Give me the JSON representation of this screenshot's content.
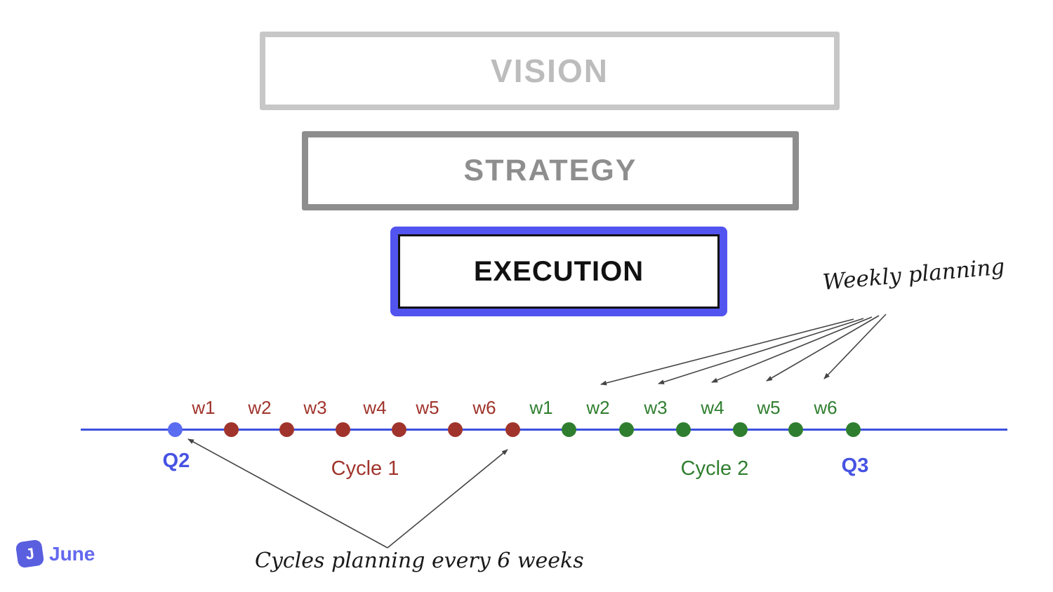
{
  "pyramid": {
    "vision_label": "VISION",
    "strategy_label": "STRATEGY",
    "execution_label": "EXECUTION"
  },
  "timeline": {
    "q2_label": "Q2",
    "q3_label": "Q3",
    "cycle1": {
      "label": "Cycle 1",
      "weeks": [
        "w1",
        "w2",
        "w3",
        "w4",
        "w5",
        "w6"
      ]
    },
    "cycle2": {
      "label": "Cycle 2",
      "weeks": [
        "w1",
        "w2",
        "w3",
        "w4",
        "w5",
        "w6"
      ]
    }
  },
  "annotations": {
    "weekly_planning": "Weekly planning",
    "cycles_planning": "Cycles planning every 6 weeks"
  },
  "branding": {
    "logo_letter": "J",
    "logo_text": "June"
  },
  "colors": {
    "timeline_blue": "#3d4fe0",
    "quarter_label_blue": "#4653e3",
    "quarter_dot_blue": "#5a6cf0",
    "cycle1_red": "#a0342c",
    "cycle2_green": "#2f7e2f",
    "execution_border_blue": "#5254ef",
    "strategy_gray": "#8e8e8e",
    "vision_gray": "#c7c7c7",
    "arrow_gray": "#444444",
    "logo_purple": "#5a5fdf"
  }
}
